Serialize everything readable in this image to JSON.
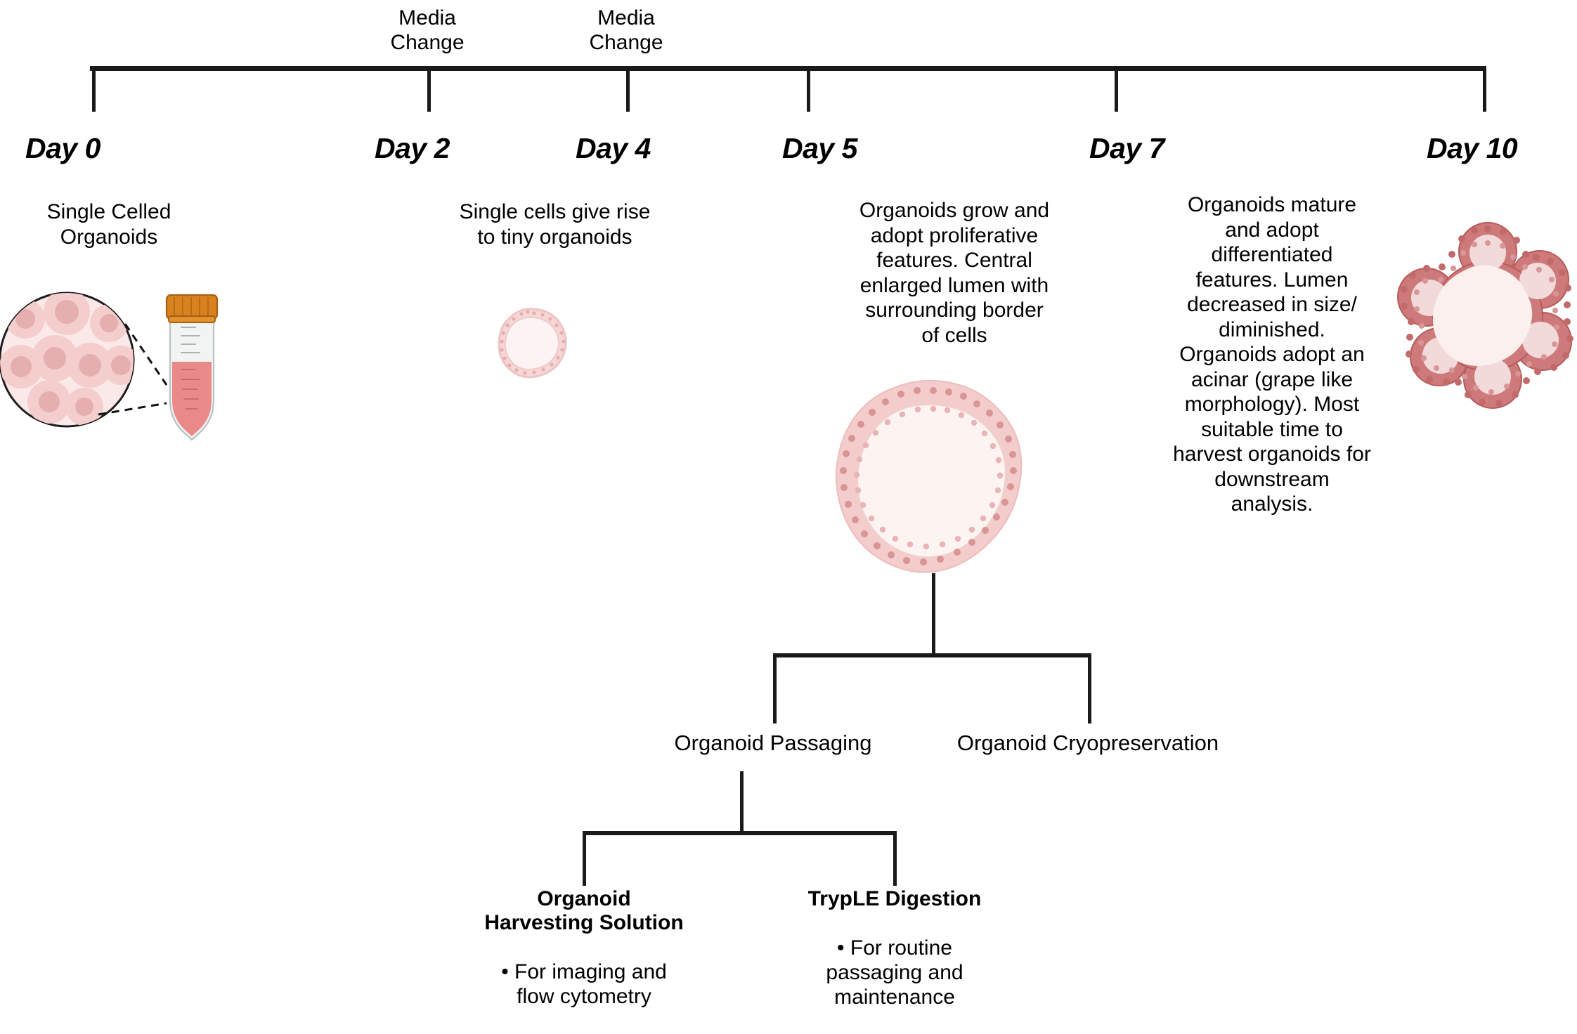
{
  "timeline": {
    "annotations": [
      {
        "name": "media-change-day2",
        "label": "Media\nChange"
      },
      {
        "name": "media-change-day4",
        "label": "Media\nChange"
      }
    ],
    "ticks": [
      {
        "day_label": "Day 0",
        "description": "Single Celled\nOrganoids"
      },
      {
        "day_label": "Day 2",
        "description": ""
      },
      {
        "day_label": "Day 4",
        "description": "Single cells give rise\nto tiny organoids"
      },
      {
        "day_label": "Day 5",
        "description": "Organoids grow and\nadopt proliferative\nfeatures. Central\nenlarged lumen with\nsurrounding border\nof cells"
      },
      {
        "day_label": "Day 7",
        "description": "Organoids mature\nand adopt\ndifferentiated\nfeatures. Lumen\ndecreased in size/\ndiminished.\nOrganoids adopt an\nacinar (grape like\nmorphology). Most\nsuitable time to\nharvest organoids for\ndownstream\nanalysis."
      },
      {
        "day_label": "Day 10",
        "description": ""
      }
    ]
  },
  "flow": {
    "branch_level_1": [
      {
        "name": "organoid-passaging",
        "label": "Organoid Passaging"
      },
      {
        "name": "organoid-cryopreservation",
        "label": "Organoid Cryopreservation"
      }
    ],
    "branch_level_2": [
      {
        "name": "organoid-harvesting-solution",
        "title": "Organoid\nHarvesting Solution",
        "body": "• For imaging and\nflow cytometry"
      },
      {
        "name": "trypLE-digestion",
        "title": "TrypLE Digestion",
        "body": "• For routine\npassaging and\nmaintenance"
      }
    ]
  },
  "illustrations": {
    "day0_cell_cluster": "single-cell-suspension-circle",
    "day0_tube": "conical-tube-icon",
    "day0_connector": "dashed-magnifier-lines",
    "day4_organoid": "tiny-organoid-icon",
    "day5_organoid": "large-lumen-organoid-icon",
    "day10_organoid": "acinar-organoid-icon"
  },
  "colors": {
    "line": "#1a1a1a",
    "organoid_light_fill": "#fdf2f2",
    "organoid_pink": "#f0bdbd",
    "organoid_pink_dark": "#e09a9a",
    "organoid_red_dark": "#c25a5a",
    "cell_nucleus": "#e0a3a3",
    "tube_cap": "#d8811f",
    "tube_liquid": "#e27d7d"
  }
}
